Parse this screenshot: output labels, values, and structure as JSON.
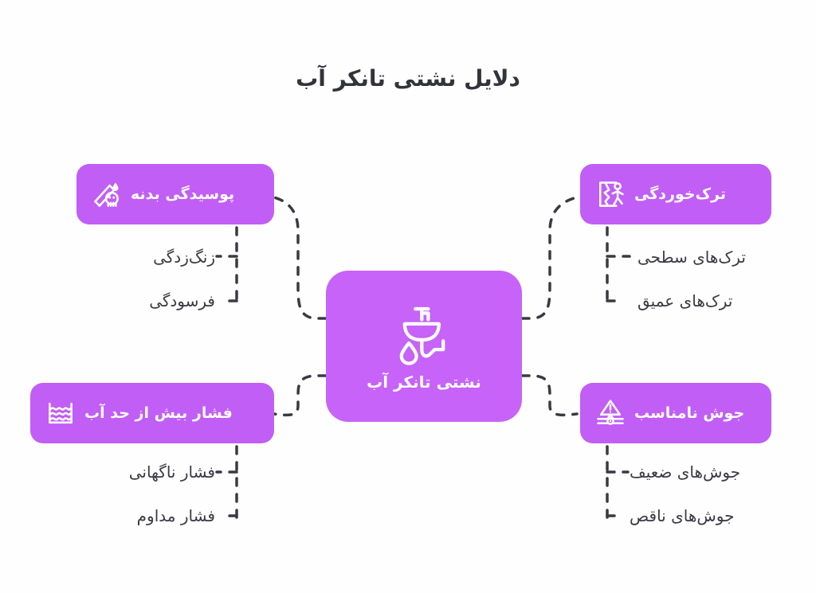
{
  "title": "دلایل نشتی تانکر آب",
  "colors": {
    "background": "#fefeff",
    "node_purple": "#c15ef5",
    "center_purple": "#c763f8",
    "title_text": "#33333b",
    "node_text": "#ffffff",
    "subitem_text": "#3a3a42",
    "connector": "#3a3a42"
  },
  "center": {
    "label": "نشتی تانکر آب",
    "icon": "sink-faucet-water-drop-icon"
  },
  "branches": [
    {
      "id": "corrosion",
      "label": "پوسیدگی بدنه",
      "icon": "corroded-pipe-icon",
      "position": "top-left",
      "subitems": [
        "زنگ‌زدگی",
        "فرسودگی"
      ]
    },
    {
      "id": "cracking",
      "label": "ترک‌خوردگی",
      "icon": "cracked-wall-icon",
      "position": "top-right",
      "subitems": [
        "ترک‌های سطحی",
        "ترک‌های عمیق"
      ]
    },
    {
      "id": "pressure",
      "label": "فشار بیش از حد آب",
      "icon": "water-level-waves-icon",
      "position": "bottom-left",
      "subitems": [
        "فشار ناگهانی",
        "فشار مداوم"
      ]
    },
    {
      "id": "welding",
      "label": "جوش نامناسب",
      "icon": "warning-weld-joint-icon",
      "position": "bottom-right",
      "subitems": [
        "جوش‌های ضعیف",
        "جوش‌های ناقص"
      ]
    }
  ]
}
